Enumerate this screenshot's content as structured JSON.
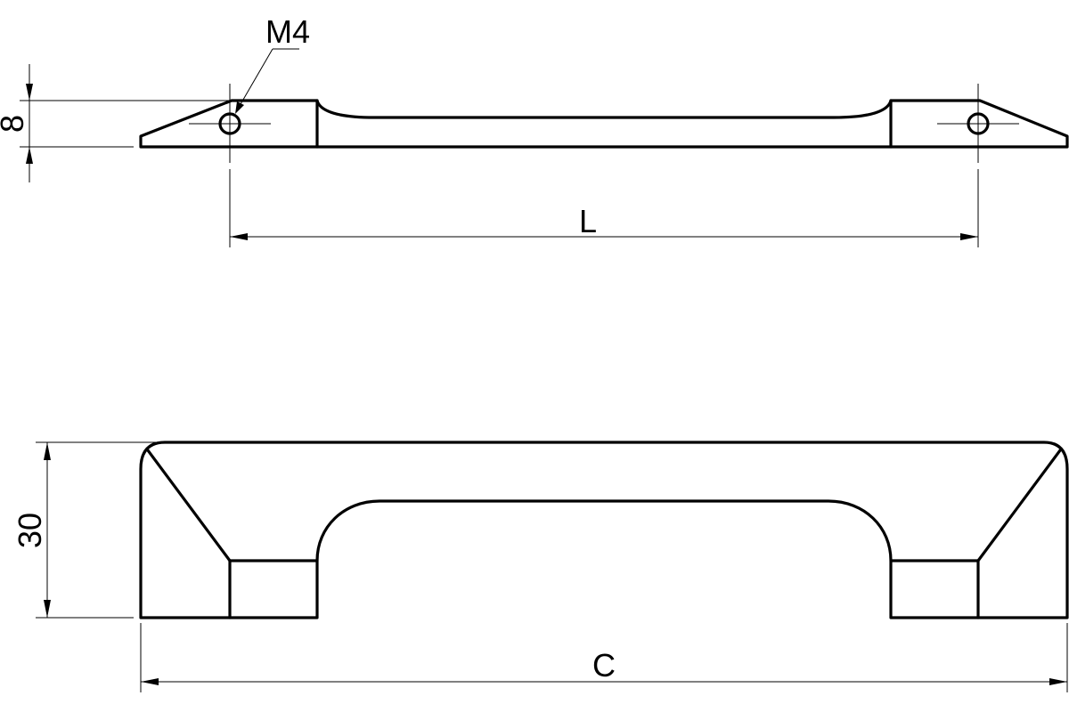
{
  "drawing": {
    "labels": {
      "thread": "M4",
      "height_top": "8",
      "hole_spacing": "L",
      "height_front": "30",
      "overall_length": "C"
    }
  }
}
